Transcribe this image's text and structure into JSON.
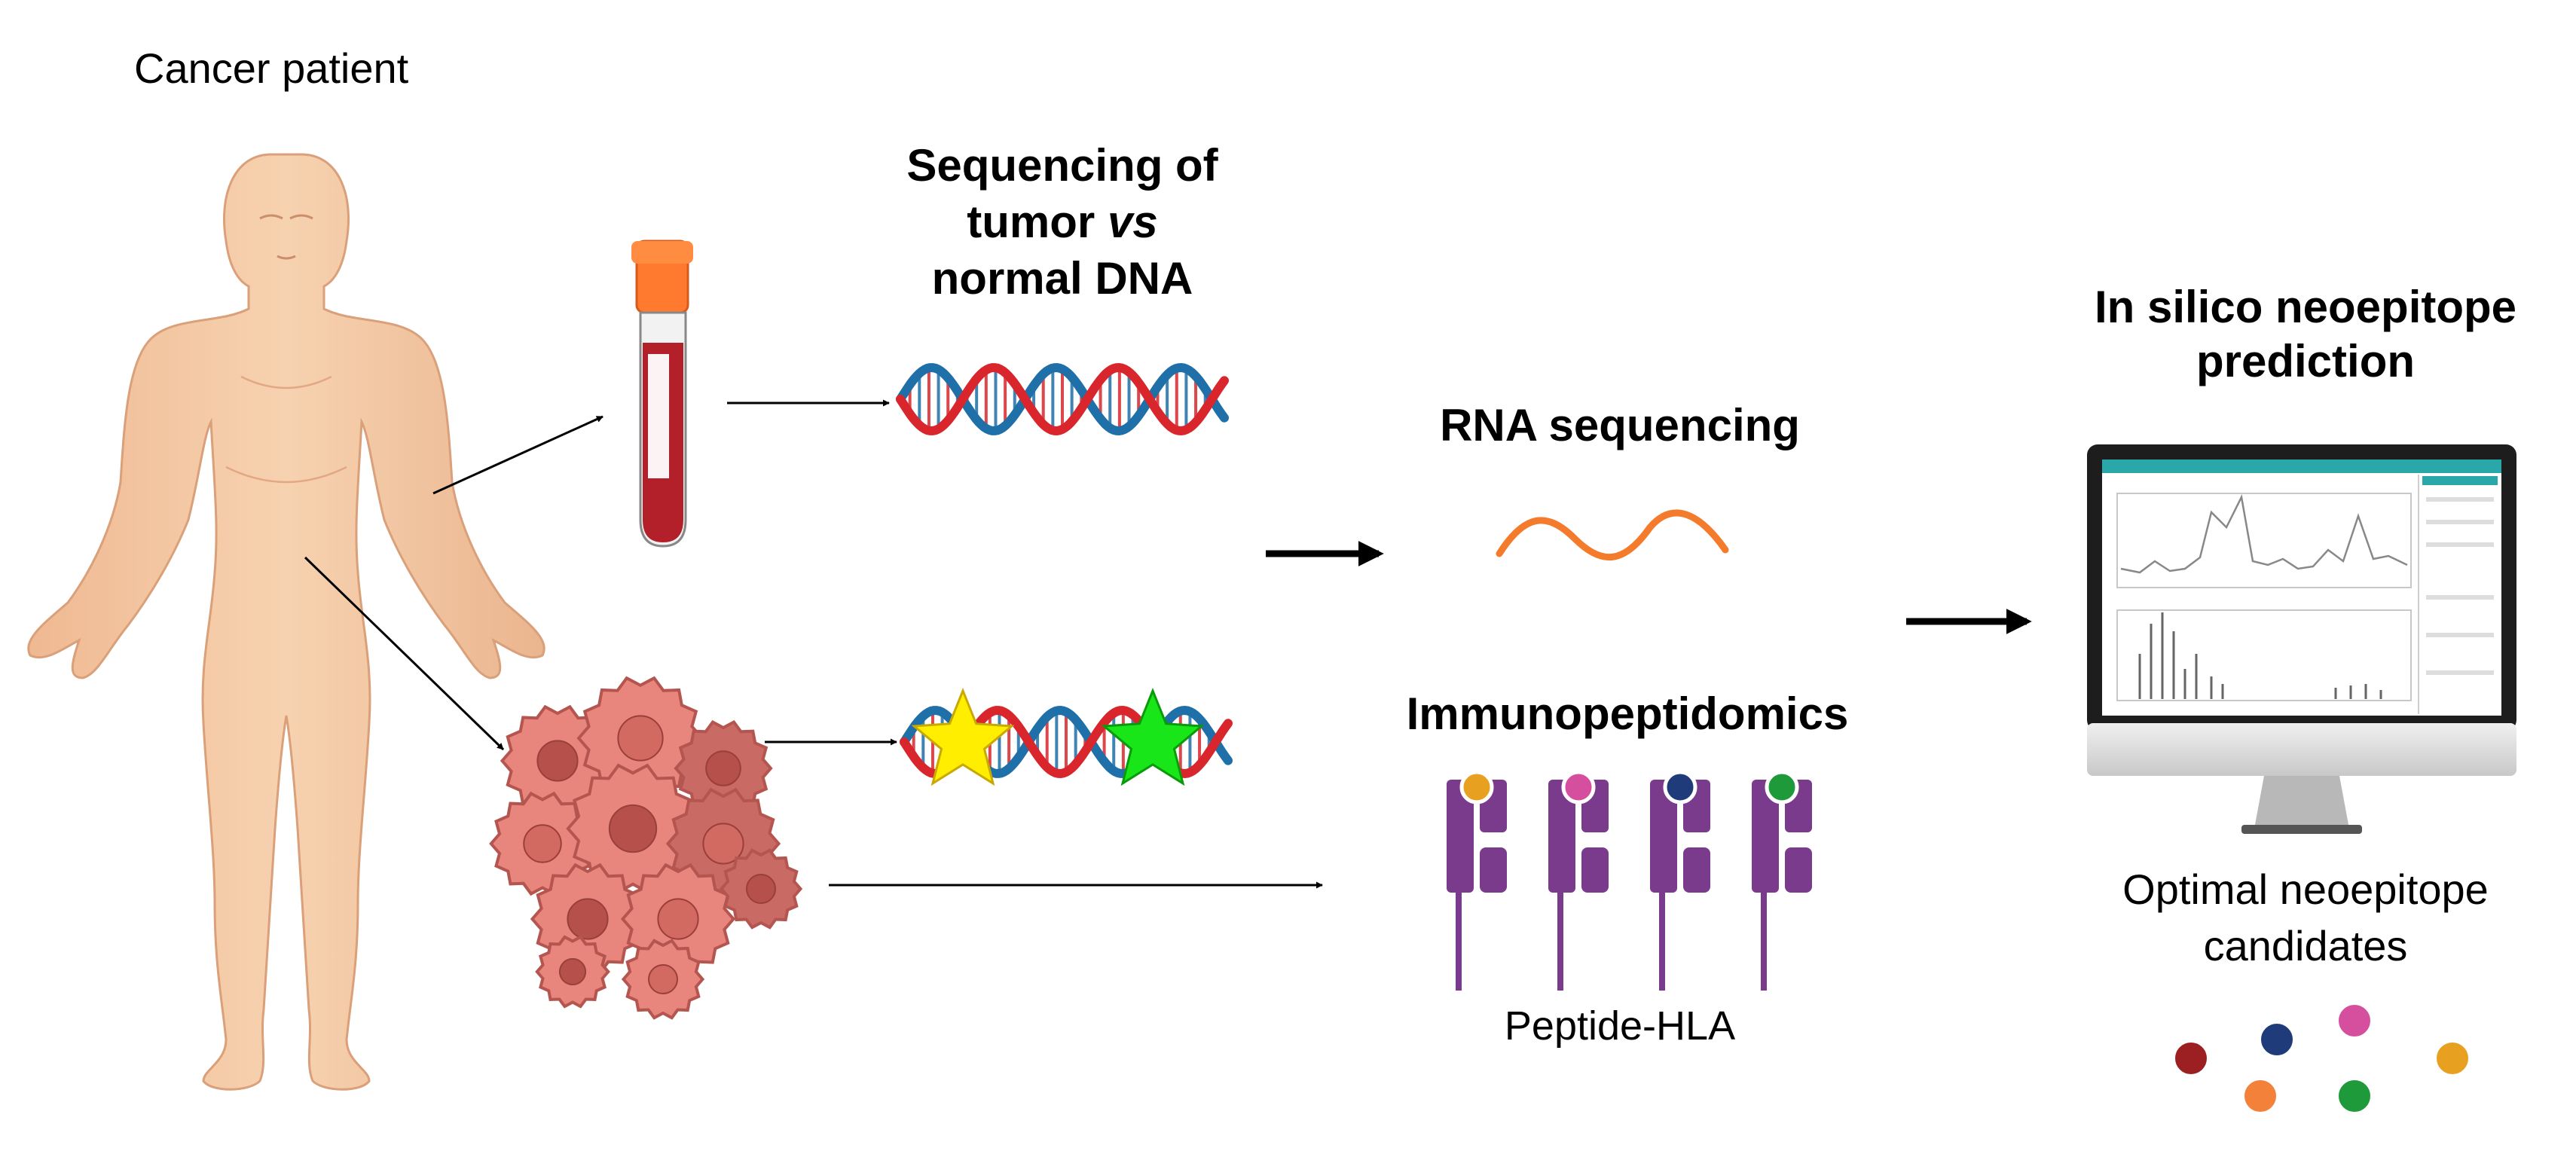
{
  "labels": {
    "cancer_patient": "Cancer patient",
    "dna_seq": {
      "line1": "Sequencing of",
      "line2_pre": "tumor ",
      "line2_italic": "vs",
      "line3": "normal DNA"
    },
    "rna_seq": "RNA sequencing",
    "immuno": "Immunopeptidomics",
    "peptide_hla": "Peptide-HLA",
    "insilico_line1": "In silico neoepitope",
    "insilico_line2": "prediction",
    "optimal_line1": "Optimal neoepitope",
    "optimal_line2": "candidates"
  },
  "colors": {
    "skin": "#f5caa3",
    "skin_shadow": "#e8b48c",
    "tube_cap": "#ff7a2e",
    "blood": "#b3202a",
    "dna_red": "#d8262c",
    "dna_blue": "#1f6fa8",
    "rna_orange": "#f47a2c",
    "tumor_pink": "#e8867d",
    "tumor_dark": "#b55550",
    "hla_purple": "#7b3b8c",
    "star_yellow": "#ffee00",
    "star_green": "#19e619",
    "peptide_colors": [
      "#e8a020",
      "#d64f9f",
      "#1f3b7a",
      "#1f9a3a"
    ],
    "candidate_colors": [
      "#9c1f22",
      "#1f3b7a",
      "#d64f9f",
      "#f4813a",
      "#1f9a3a",
      "#e8a020"
    ]
  },
  "icons": [
    "human-body-icon",
    "blood-tube-icon",
    "dna-helix-icon",
    "tumor-cells-icon",
    "mutated-dna-icon",
    "rna-wave-icon",
    "peptide-hla-icon",
    "computer-monitor-icon",
    "neoepitope-dot-icon"
  ]
}
